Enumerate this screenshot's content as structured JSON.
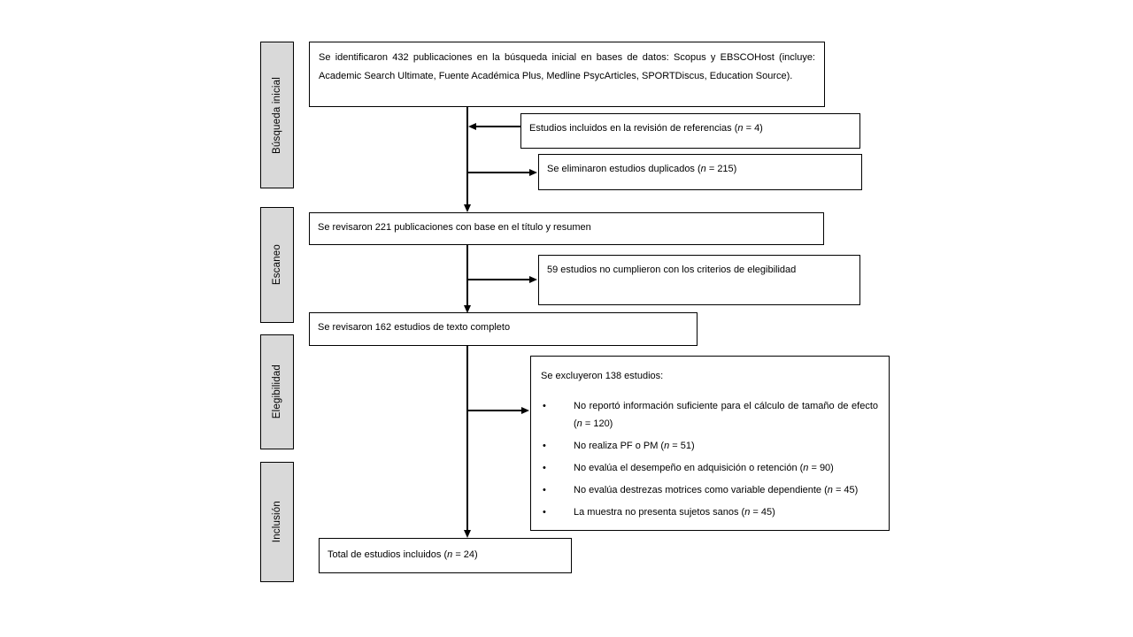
{
  "diagram": {
    "title": "PRISMA flow diagram (Spanish)",
    "colors": {
      "stage_fill": "#d9d9d9",
      "line": "#000000",
      "background": "#ffffff"
    }
  },
  "sidebar": {
    "stages": [
      {
        "label": "Búsqueda inicial"
      },
      {
        "label": "Escaneo"
      },
      {
        "label": "Elegibilidad"
      },
      {
        "label": "Inclusión"
      }
    ]
  },
  "flow": {
    "identified": {
      "text": "Se identificaron 432 publicaciones en la búsqueda inicial en bases de datos: Scopus y EBSCOHost (incluye: Academic Search Ultimate, Fuente Académica Plus, Medline PsycArticles, SPORTDiscus, Education Source)."
    },
    "references_included": {
      "pre": "Estudios incluidos en la revisión de referencias (",
      "n": "n",
      "post": " = 4)"
    },
    "duplicates_removed": {
      "pre": "Se eliminaron estudios duplicados (",
      "n": "n",
      "post": " = 215)"
    },
    "title_abstract_screened": {
      "text": "Se revisaron 221 publicaciones con base en el título y resumen"
    },
    "not_eligible": {
      "text": "59 estudios no cumplieron con los criterios de elegibilidad"
    },
    "fulltext_reviewed": {
      "text": "Se revisaron 162 estudios de texto completo"
    },
    "excluded": {
      "heading": "Se excluyeron 138 estudios:",
      "bullet_char": "•",
      "reasons": [
        {
          "pre": "No reportó información suficiente para el cálculo de tamaño de efecto (",
          "n": "n",
          "post": " = 120)"
        },
        {
          "pre": "No realiza PF o PM (",
          "n": "n",
          "post": " = 51)"
        },
        {
          "pre": "No evalúa el desempeño en adquisición o retención (",
          "n": "n",
          "post": " = 90)"
        },
        {
          "pre": "No evalúa destrezas motrices como variable dependiente (",
          "n": "n",
          "post": " = 45)"
        },
        {
          "pre": "La muestra no presenta sujetos sanos (",
          "n": "n",
          "post": " = 45)"
        }
      ]
    },
    "included_total": {
      "pre": "Total de estudios incluidos (",
      "n": "n",
      "post": " = 24)"
    }
  }
}
